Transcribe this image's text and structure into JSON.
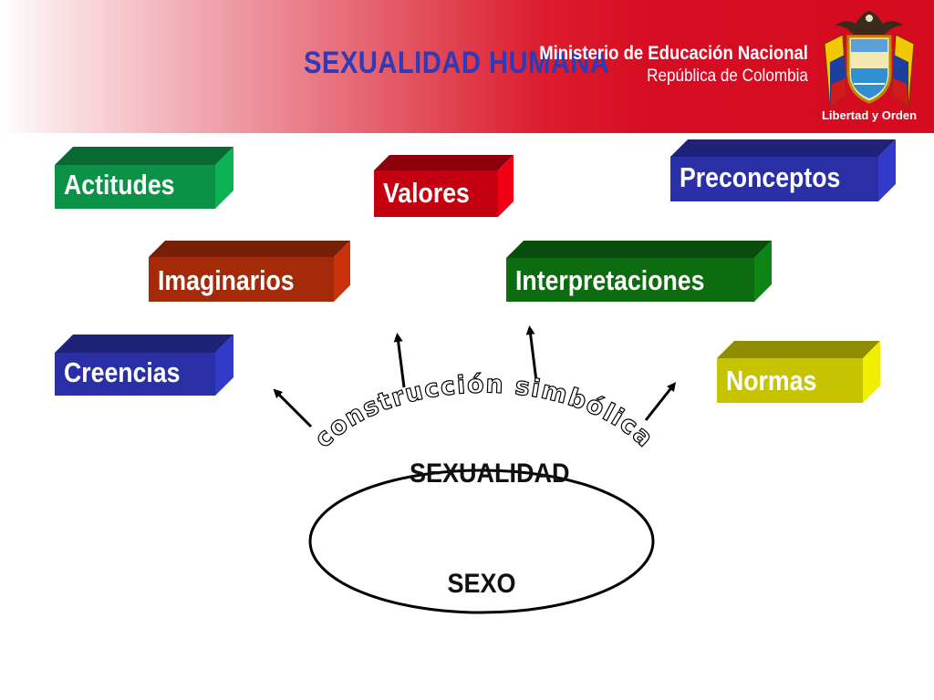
{
  "header": {
    "title": "SEXUALIDAD HUMANA",
    "ministry_line1": "Ministerio de Educación Nacional",
    "ministry_line2": "República de Colombia",
    "emblem_motto": "Libertad y Orden"
  },
  "boxes": {
    "actitudes": "Actitudes",
    "valores": "Valores",
    "preconceptos": "Preconceptos",
    "imaginarios": "Imaginarios",
    "interpretaciones": "Interpretaciones",
    "creencias": "Creencias",
    "normas": "Normas"
  },
  "center": {
    "arc_text": "construcción simbólica",
    "top_label": "SEXUALIDAD",
    "bottom_label": "SEXO"
  },
  "colors": {
    "header_red": "#d70c22",
    "title_blue": "#2f3ab8",
    "green": "#0b9247",
    "red": "#c40010",
    "blue": "#2a2fa6",
    "brown": "#a52a0a",
    "dark_green": "#0b6d10",
    "yellow": "#c6c300"
  }
}
